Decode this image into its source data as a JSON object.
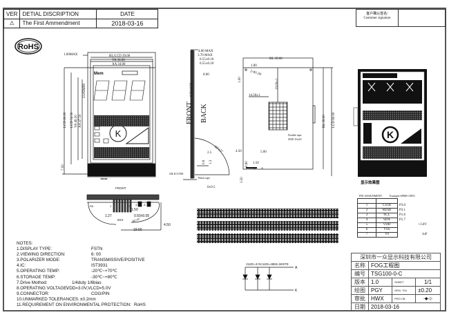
{
  "revision": {
    "headers": [
      "VER",
      "DETIAL DISCRIPTION",
      "DATE"
    ],
    "row": {
      "ver_icon": "warning-triangle-icon",
      "description": "The First Ammendment",
      "date": "2018-03-16"
    }
  },
  "customer": {
    "line1": "客户确认签名/",
    "line2": "Customer signature"
  },
  "rohs": "RoHS",
  "front_view": {
    "dims": [
      "1.00MAX",
      "BL/LCD 39.00",
      "VA 36.00",
      "AA 34.00",
      "LCD 60.00",
      "LCD 52.50",
      "VA 49.50",
      "AA 47.50",
      "23.85MIN",
      "7.50",
      "SILICONE"
    ],
    "lcd_labels": [
      "Mem",
      "K"
    ]
  },
  "side_view": {
    "dims": [
      "4.00 MAX",
      "3.70 MAX",
      "0.55±0.10",
      "0.55±0.10",
      "8.00",
      "0.50±0.50",
      "2.5",
      "0.6",
      "1.3",
      "6±0.5",
      "90°±5°"
    ],
    "front": "FRONT",
    "back": "BACK",
    "black_tape": "Black tape"
  },
  "back_view": {
    "dims": [
      "BL 39.00",
      "1.00",
      "1.00",
      "2-Φ1.00",
      "19.00±1",
      "14.50±1",
      "4.50",
      "5.00",
      "0.60",
      "1.50",
      "3.50",
      "BL 58.00",
      "LCD 60.00"
    ],
    "tape_label": "Double tape",
    "tape_size": "SIZE:16x20",
    "k": "K",
    "a": "A"
  },
  "pin_view": {
    "title": "FRONT",
    "dims": [
      "1.27",
      "8XX",
      "0.50±0.05",
      "1.50",
      "19.50",
      "4.50",
      "R5",
      "90°±5°",
      "1",
      "7",
      "4",
      "A"
    ]
  },
  "preview_label": "显示效果图",
  "pin_table": {
    "header": "PIN ASSIGNMENT:",
    "example": "Example:SPM8 C8051",
    "rows": [
      {
        "pin": "1",
        "name": "CS1B",
        "conn": "P3.0"
      },
      {
        "pin": "2",
        "name": "RESB",
        "conn": "P3.1"
      },
      {
        "pin": "3",
        "name": "SCL",
        "conn": "P1.6"
      },
      {
        "pin": "4",
        "name": "SDA",
        "conn": "P1.7"
      },
      {
        "pin": "5",
        "name": "VDD",
        "conn": "+3.0V"
      },
      {
        "pin": "6",
        "name": "VSS",
        "conn": ""
      },
      {
        "pin": "7",
        "name": "V0",
        "conn": "1uF"
      }
    ]
  },
  "led": {
    "spec": "VLED=3.0V,ILED=48MA,WHITE",
    "anode": "A",
    "cathode": "K"
  },
  "notes": {
    "title": "NOTES:",
    "items": [
      {
        "k": "1.DISPLAY TYPE:",
        "v": "FSTN"
      },
      {
        "k": "2.VIEWING DIRECTION:",
        "v": "6: 00"
      },
      {
        "k": "3.POLARIZER MODE:",
        "v": "TRANSMISSIVE/POSITIVE"
      },
      {
        "k": "4.IC:",
        "v": "IST3931"
      },
      {
        "k": "5.OPERATING TEMP:",
        "v": "-20℃~+70℃"
      },
      {
        "k": "6.STORAGE TEMP:",
        "v": "-30℃~+80℃"
      },
      {
        "k": "7.Drive Mothod:",
        "v": "1/4duty  1/6bias"
      },
      {
        "k": "8.OPERATING VOLTAGE:",
        "v": "VDD=3.0V,VLCD=5.0V"
      },
      {
        "k": "9.CONNECTOR:",
        "v": "COG/PIN"
      },
      {
        "k": "10.UNMARKED TOLERANCES:",
        "v": "±0.2mm"
      },
      {
        "k": "11.REQUIREMENT ON ENVIRONMENTAL PROTECTION:",
        "v": "RoHS"
      }
    ]
  },
  "title_block": {
    "company": "深圳市一众显示科技有限公司",
    "name_label": "名称",
    "name": "FOG工程图",
    "number_label": "编号",
    "number": "TSG100-0-C",
    "version_label": "版本",
    "version": "1.0",
    "sheet_label": "SHEET",
    "sheet": "1/1",
    "drawn_label": "绘图",
    "drawn": "PGY",
    "tol_label": "GEN. TOL",
    "tol": "±0.20",
    "approved_label": "审批",
    "approved": "HWX",
    "proj_label": "PRO CB",
    "proj_icon": "projection-symbol-icon",
    "date_label": "日期",
    "date": "2018-03-16"
  }
}
